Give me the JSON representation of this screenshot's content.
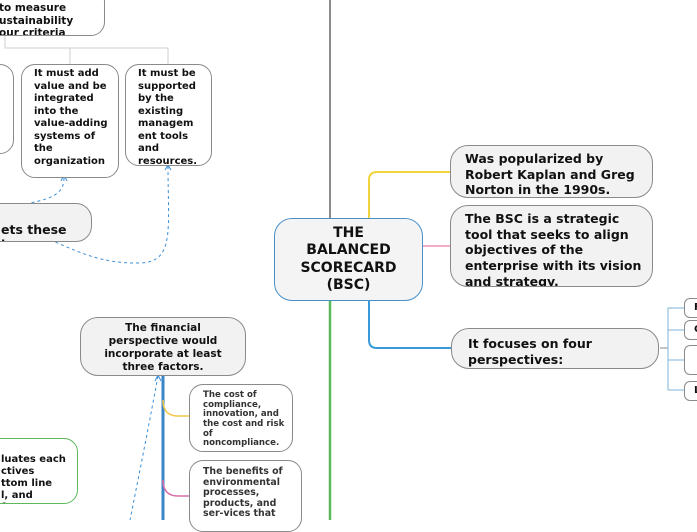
{
  "central": {
    "title": "THE BALANCED SCORECARD (BSC)"
  },
  "right_topics": {
    "popularized": "Was popularized by Robert Kaplan and Greg Norton in the 1990s.",
    "strategic_tool": "The BSC is a strategic tool that seeks to align objectives of the enterprise with its vision and strategy.",
    "four_perspectives": "It focuses on four perspectives:"
  },
  "right_edge_stubs": [
    "F",
    "C",
    "",
    "L"
  ],
  "left_topics": {
    "measure_sustainability": "to measure\nustainability\nour criteria",
    "add_value": "It must add value and be integrated into the value-adding systems of the organization",
    "supported": "It must be supported by the existing managem ent tools and resources.",
    "meets_criteria": "ets these\nia.",
    "financial": "The financial perspective would incorporate at least three factors.",
    "cost_factor": "The cost of compliance, innovation, and the cost and risk of noncompliance.",
    "benefits_factor": "The benefits of environmental processes, products, and ser-vices that",
    "evaluates": "luates each\nctives\nttom line\nl, and\nformance."
  }
}
